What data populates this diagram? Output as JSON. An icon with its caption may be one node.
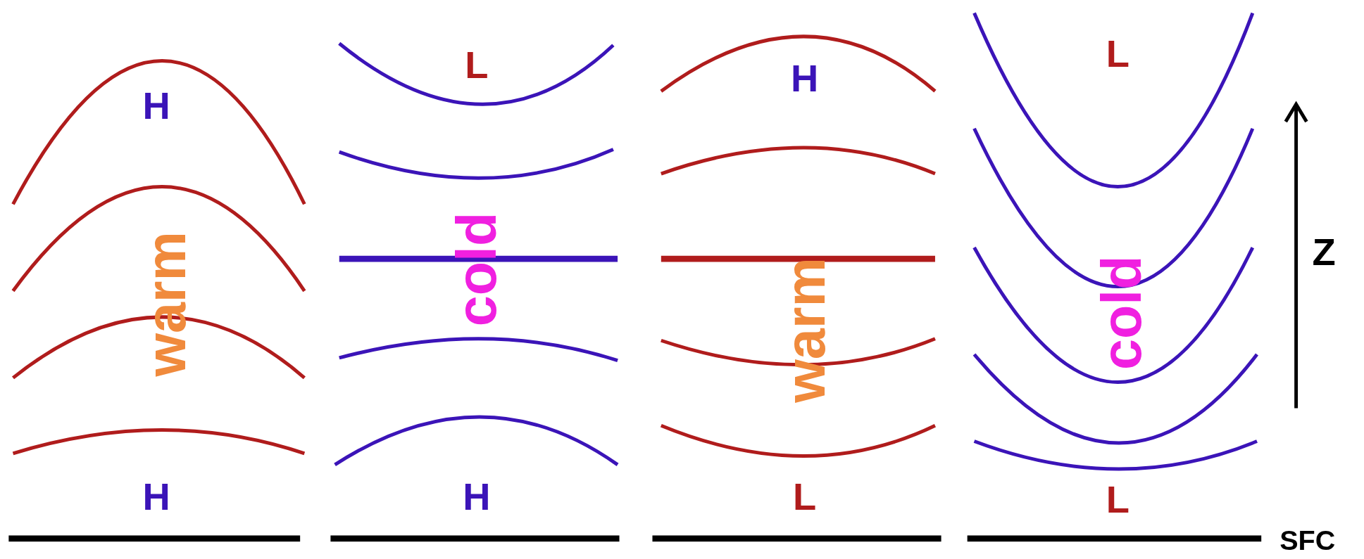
{
  "diagram": {
    "labels": [
      "H",
      "warm",
      "H",
      "L",
      "cold",
      "H",
      "H",
      "warm",
      "L",
      "L",
      "cold",
      "L",
      "Z",
      "SFC"
    ]
  }
}
